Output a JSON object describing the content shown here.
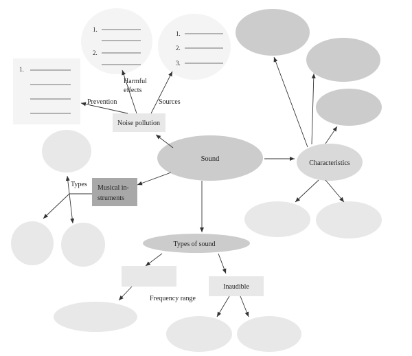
{
  "diagram": {
    "central": "Sound",
    "noise_pollution": "Noise pollution",
    "harmful_effects": [
      "Harmful",
      "effects"
    ],
    "prevention": "Prevention",
    "sources": "Sources",
    "characteristics": "Characteristics",
    "musical_instruments": [
      "Musical in-",
      "struments"
    ],
    "types": "Types",
    "types_of_sound": "Types of sound",
    "inaudible": "Inaudible",
    "frequency_range": "Frequency range",
    "harmful_list_numbers": [
      "1.",
      "2."
    ],
    "sources_list_numbers": [
      "1.",
      "2.",
      "3."
    ],
    "prevention_list_numbers": [
      "1."
    ]
  },
  "colors": {
    "dark_gray": "#cccccc",
    "medium_gray": "#d9d9d9",
    "light_gray": "#e8e8e8",
    "very_light": "#f4f4f4",
    "line": "#333333",
    "dark_box": "#a8a8a8"
  }
}
